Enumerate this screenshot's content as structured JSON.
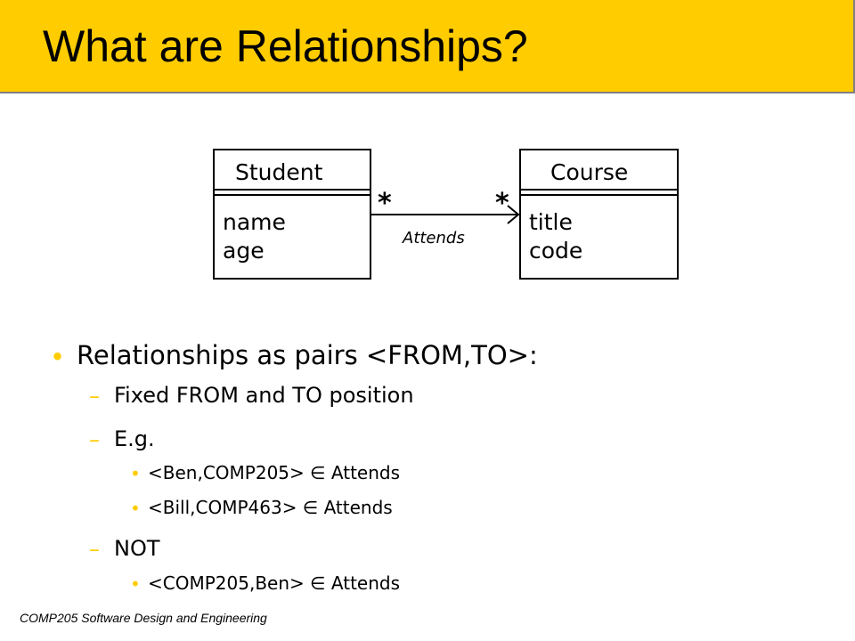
{
  "slide": {
    "title": "What are Relationships?",
    "footer": "COMP205 Software Design and Engineering",
    "accent_color": "#ffcc00"
  },
  "diagram": {
    "left_class": {
      "name": "Student",
      "attributes": [
        "name",
        "age"
      ]
    },
    "right_class": {
      "name": "Course",
      "attributes": [
        "title",
        "code"
      ]
    },
    "association": {
      "label": "Attends",
      "left_multiplicity": "*",
      "right_multiplicity": "*"
    }
  },
  "bullets": {
    "b1": {
      "marker": "•",
      "text": "Relationships as pairs <FROM,TO>:"
    },
    "b1_1": {
      "marker": "–",
      "text": "Fixed FROM and TO position"
    },
    "b1_2": {
      "marker": "–",
      "text": "E.g."
    },
    "b1_2_1": {
      "marker": "•",
      "text": "<Ben,COMP205> ∈ Attends"
    },
    "b1_2_2": {
      "marker": "•",
      "text": "<Bill,COMP463> ∈ Attends"
    },
    "b1_3": {
      "marker": "–",
      "text": "NOT"
    },
    "b1_3_1": {
      "marker": "•",
      "text": "<COMP205,Ben> ∈ Attends"
    }
  }
}
